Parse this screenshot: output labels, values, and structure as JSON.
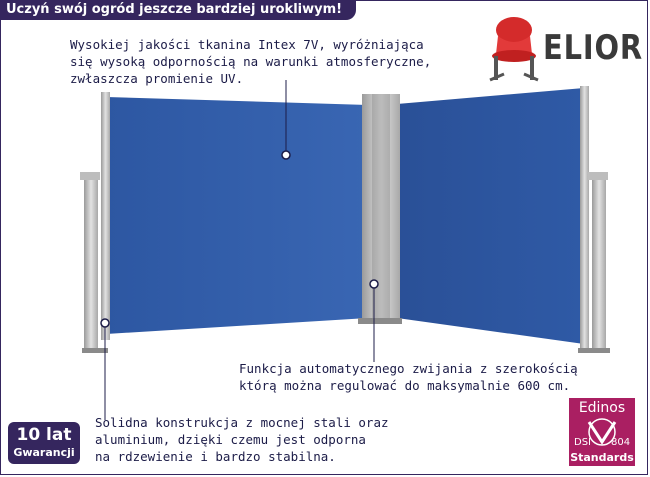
{
  "header": {
    "banner_text": "Uczyń swój ogród jeszcze bardziej urokliwym!"
  },
  "brand": {
    "logo_text": "ELIOR",
    "logo_icon": "chair-icon",
    "accent_color": "#35265e",
    "chair_color": "#e03030"
  },
  "features": {
    "fabric": [
      "Wysokiej jakości tkanina Intex 7V, wyróżniająca",
      "się wysoką odpornością na warunki atmosferyczne,",
      "zwłaszcza promienie UV."
    ],
    "retract": [
      "Funkcja automatycznego zwijania z szerokością",
      "którą można regulować do maksymalnie 600 cm."
    ],
    "construction": [
      "Solidna konstrukcja z mocnej stali oraz",
      "aluminium, dzięki czemu jest odporna",
      "na rdzewienie i bardzo stabilna."
    ]
  },
  "warranty": {
    "years": "10 lat",
    "label": "Gwarancji"
  },
  "certificate": {
    "name": "Edinos",
    "dsi": "DSI",
    "number": "804",
    "standards": "Standards",
    "color": "#aa1f62"
  },
  "product": {
    "fabric_color": "#2f5aa6",
    "post_color": "#c4c4c4"
  }
}
